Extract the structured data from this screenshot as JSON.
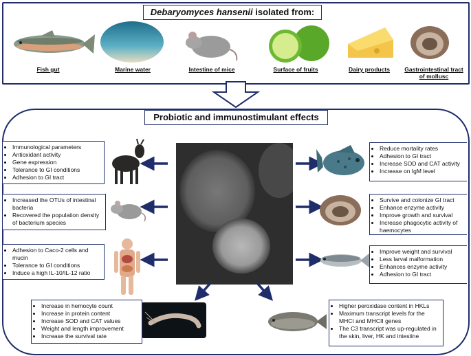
{
  "header": {
    "title_italic": "Debaryomyces hansenii",
    "title_rest": " isolated from:"
  },
  "sources": [
    {
      "label": "Fish gut"
    },
    {
      "label": "Marine water"
    },
    {
      "label": "Intestine of mice"
    },
    {
      "label": "Surface of fruits"
    },
    {
      "label": "Dairy products"
    },
    {
      "label": "Gastrointestinal tract of mollusc"
    }
  ],
  "main": {
    "title": "Probiotic and immunostimulant effects"
  },
  "effects": {
    "goat": [
      "Immunological parameters",
      "Antioxidant activity",
      "Gene expression",
      "Tolerance to GI conditions",
      "Adhesion to GI tract"
    ],
    "mouse": [
      "Increased the OTUs of intestinal bacteria",
      "Recovered the population density of bacterium species"
    ],
    "human": [
      "Adhesion to Caco-2 cells and mucin",
      "Tolerance to GI conditions",
      "Induce a high IL-10/IL-12 ratio"
    ],
    "shrimp": [
      "Increase in hemocyte count",
      "Increase in protein content",
      "Increase SOD and CAT values",
      "Weight and length improvement",
      "Increase the survival rate"
    ],
    "grouper": [
      "Reduce mortality rates",
      "Adhesion to GI tract",
      "Increase SOD and CAT activity",
      "Increase on IgM level"
    ],
    "abalone": [
      "Survive and colonize GI tract",
      "Enhance enzyme activity",
      "Improve growth and survival",
      "Increase phagocytic activity of haemocytes"
    ],
    "seabass": [
      "Improve weight and survival",
      "Less larval malformation",
      "Enhances enzyme activity",
      "Adhesion to GI tract"
    ],
    "tilapia": [
      "Higher peroxidase content in HKLs",
      "Maximum transcript levels for the MHCI and MHCII genes",
      "The C3 transcript was up-regulated in the skin, liver, HK and intestine"
    ]
  },
  "colors": {
    "frame": "#1f2d6b",
    "arrow": "#1f2d6b"
  }
}
